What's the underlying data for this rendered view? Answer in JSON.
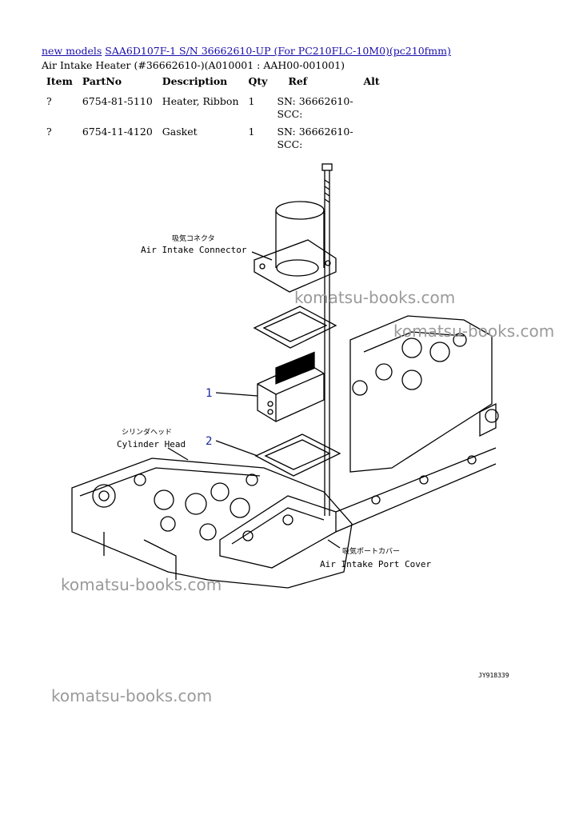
{
  "breadcrumb": {
    "link1": "new models",
    "link2": "SAA6D107F-1 S/N 36662610-UP (For PC210FLC-10M0)(pc210fmm)"
  },
  "subtitle": "Air Intake Heater (#36662610-)(A010001 : AAH00-001001)",
  "table": {
    "headers": [
      "Item",
      "PartNo",
      "Description",
      "Qty",
      "Ref",
      "Alt"
    ],
    "rows": [
      {
        "item": "?",
        "partno": "6754-81-5110",
        "description": "Heater, Ribbon",
        "qty": "1",
        "ref": "SN: 36662610-SCC:",
        "alt": ""
      },
      {
        "item": "?",
        "partno": "6754-11-4120",
        "description": "Gasket",
        "qty": "1",
        "ref": "SN: 36662610-SCC:",
        "alt": ""
      }
    ]
  },
  "drawing": {
    "label_connector_jp": "吸気コネクタ",
    "label_connector_en": "Air Intake Connector",
    "label_cylinder_jp": "シリンダヘッド",
    "label_cylinder_en": "Cylinder Head",
    "label_port_jp": "吸気ポートカバー",
    "label_port_en": "Air Intake Port Cover",
    "callout_1": "1",
    "callout_2": "2",
    "callout_color": "#1a2a9a",
    "drawing_code": "JY918339"
  },
  "watermarks": [
    "komatsu-books.com",
    "komatsu-books.com",
    "komatsu-books.com",
    "komatsu-books.com"
  ]
}
